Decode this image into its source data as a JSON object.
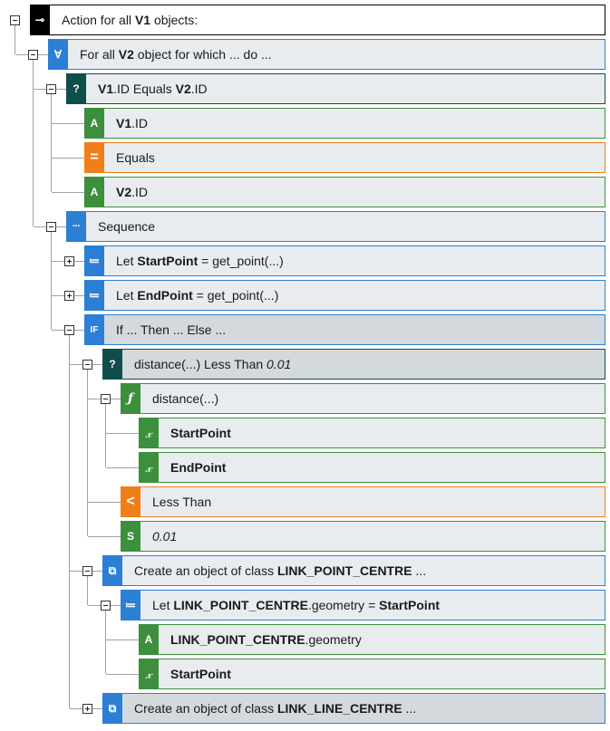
{
  "colors": {
    "blue": "#2b7fd4",
    "green": "#3c8f3c",
    "orange": "#f07f1a",
    "teal": "#0f4e4a",
    "black": "#000000",
    "node_bg": "#e9ecef",
    "node_bg_highlight": "#d4d9de"
  },
  "nodes": [
    {
      "id": "n0",
      "depth": 0,
      "toggle": "minus",
      "badge_color": "black",
      "icon": "action-icon",
      "icon_glyph": "⊸",
      "border": "black",
      "segments": [
        {
          "t": "Action for all ",
          "s": "n"
        },
        {
          "t": "V1",
          "s": "b"
        },
        {
          "t": " objects:",
          "s": "n"
        }
      ]
    },
    {
      "id": "n1",
      "depth": 1,
      "toggle": "minus",
      "badge_color": "blue",
      "icon": "forall-icon",
      "icon_glyph": "∀",
      "border": "blue",
      "segments": [
        {
          "t": "For all ",
          "s": "n"
        },
        {
          "t": "V2",
          "s": "b"
        },
        {
          "t": " object for which ... do ...",
          "s": "n"
        }
      ]
    },
    {
      "id": "n2",
      "depth": 2,
      "toggle": "minus",
      "badge_color": "teal",
      "icon": "condition-icon",
      "icon_glyph": "?",
      "border": "teal",
      "segments": [
        {
          "t": "V1",
          "s": "b"
        },
        {
          "t": ".ID Equals ",
          "s": "n"
        },
        {
          "t": "V2",
          "s": "b"
        },
        {
          "t": ".ID",
          "s": "n"
        }
      ]
    },
    {
      "id": "n3",
      "depth": 3,
      "toggle": "none",
      "badge_color": "green",
      "icon": "attribute-icon",
      "icon_glyph": "A",
      "border": "green",
      "segments": [
        {
          "t": "V1",
          "s": "b"
        },
        {
          "t": ".ID",
          "s": "n"
        }
      ]
    },
    {
      "id": "n4",
      "depth": 3,
      "toggle": "none",
      "badge_color": "orange",
      "icon": "equals-operator-icon",
      "icon_glyph": "=",
      "border": "orange",
      "segments": [
        {
          "t": "Equals",
          "s": "n"
        }
      ]
    },
    {
      "id": "n5",
      "depth": 3,
      "toggle": "none",
      "badge_color": "green",
      "icon": "attribute-icon",
      "icon_glyph": "A",
      "border": "green",
      "segments": [
        {
          "t": "V2",
          "s": "b"
        },
        {
          "t": ".ID",
          "s": "n"
        }
      ]
    },
    {
      "id": "n6",
      "depth": 2,
      "toggle": "minus",
      "badge_color": "blue",
      "icon": "sequence-icon",
      "icon_glyph": "···",
      "border": "blue",
      "segments": [
        {
          "t": "Sequence",
          "s": "n"
        }
      ]
    },
    {
      "id": "n7",
      "depth": 3,
      "toggle": "plus",
      "badge_color": "blue",
      "icon": "let-icon",
      "icon_glyph": "≔",
      "border": "blue",
      "segments": [
        {
          "t": "Let ",
          "s": "n"
        },
        {
          "t": "StartPoint",
          "s": "b"
        },
        {
          "t": " = get_point(...)",
          "s": "n"
        }
      ]
    },
    {
      "id": "n8",
      "depth": 3,
      "toggle": "plus",
      "badge_color": "blue",
      "icon": "let-icon",
      "icon_glyph": "≔",
      "border": "blue",
      "segments": [
        {
          "t": "Let ",
          "s": "n"
        },
        {
          "t": "EndPoint",
          "s": "b"
        },
        {
          "t": " = get_point(...)",
          "s": "n"
        }
      ]
    },
    {
      "id": "n9",
      "depth": 3,
      "toggle": "minus",
      "badge_color": "blue",
      "icon": "if-icon",
      "icon_glyph": "IF",
      "border": "blue",
      "highlight": true,
      "segments": [
        {
          "t": "If ... Then ... Else ...",
          "s": "n"
        }
      ]
    },
    {
      "id": "n10",
      "depth": 4,
      "toggle": "minus",
      "badge_color": "teal",
      "icon": "condition-icon",
      "icon_glyph": "?",
      "border": "teal",
      "highlight": true,
      "segments": [
        {
          "t": "distance(...) Less Than ",
          "s": "n"
        },
        {
          "t": "0.01",
          "s": "i"
        }
      ]
    },
    {
      "id": "n11",
      "depth": 5,
      "toggle": "minus",
      "badge_color": "green",
      "icon": "function-icon",
      "icon_glyph": "ƒ",
      "border": "green",
      "segments": [
        {
          "t": "distance(...)",
          "s": "n"
        }
      ]
    },
    {
      "id": "n12",
      "depth": 6,
      "toggle": "none",
      "badge_color": "green",
      "icon": "variable-icon",
      "icon_glyph": "𝓍",
      "border": "green",
      "segments": [
        {
          "t": "StartPoint",
          "s": "b"
        }
      ]
    },
    {
      "id": "n13",
      "depth": 6,
      "toggle": "none",
      "badge_color": "green",
      "icon": "variable-icon",
      "icon_glyph": "𝓍",
      "border": "green",
      "segments": [
        {
          "t": "EndPoint",
          "s": "b"
        }
      ]
    },
    {
      "id": "n14",
      "depth": 5,
      "toggle": "none",
      "badge_color": "orange",
      "icon": "less-than-operator-icon",
      "icon_glyph": "<",
      "border": "orange",
      "segments": [
        {
          "t": "Less Than",
          "s": "n"
        }
      ]
    },
    {
      "id": "n15",
      "depth": 5,
      "toggle": "none",
      "badge_color": "green",
      "icon": "scalar-icon",
      "icon_glyph": "S",
      "border": "green",
      "segments": [
        {
          "t": "0.01",
          "s": "i"
        }
      ]
    },
    {
      "id": "n16",
      "depth": 4,
      "toggle": "minus",
      "badge_color": "blue",
      "icon": "create-object-icon",
      "icon_glyph": "⧉",
      "border": "blue",
      "segments": [
        {
          "t": "Create an object of class ",
          "s": "n"
        },
        {
          "t": "LINK_POINT_CENTRE",
          "s": "b"
        },
        {
          "t": " ...",
          "s": "n"
        }
      ]
    },
    {
      "id": "n17",
      "depth": 5,
      "toggle": "minus",
      "badge_color": "blue",
      "icon": "let-icon",
      "icon_glyph": "≔",
      "border": "blue",
      "segments": [
        {
          "t": "Let ",
          "s": "n"
        },
        {
          "t": "LINK_POINT_CENTRE",
          "s": "b"
        },
        {
          "t": ".geometry = ",
          "s": "n"
        },
        {
          "t": "StartPoint",
          "s": "b"
        }
      ]
    },
    {
      "id": "n18",
      "depth": 6,
      "toggle": "none",
      "badge_color": "green",
      "icon": "attribute-icon",
      "icon_glyph": "A",
      "border": "green",
      "segments": [
        {
          "t": "LINK_POINT_CENTRE",
          "s": "b"
        },
        {
          "t": ".geometry",
          "s": "n"
        }
      ]
    },
    {
      "id": "n19",
      "depth": 6,
      "toggle": "none",
      "badge_color": "green",
      "icon": "variable-icon",
      "icon_glyph": "𝓍",
      "border": "green",
      "segments": [
        {
          "t": "StartPoint",
          "s": "b"
        }
      ]
    },
    {
      "id": "n20",
      "depth": 4,
      "toggle": "plus",
      "badge_color": "blue",
      "icon": "create-object-icon",
      "icon_glyph": "⧉",
      "border": "blue",
      "highlight": true,
      "segments": [
        {
          "t": "Create an object of class ",
          "s": "n"
        },
        {
          "t": "LINK_LINE_CENTRE",
          "s": "b"
        },
        {
          "t": " ...",
          "s": "n"
        }
      ]
    }
  ]
}
